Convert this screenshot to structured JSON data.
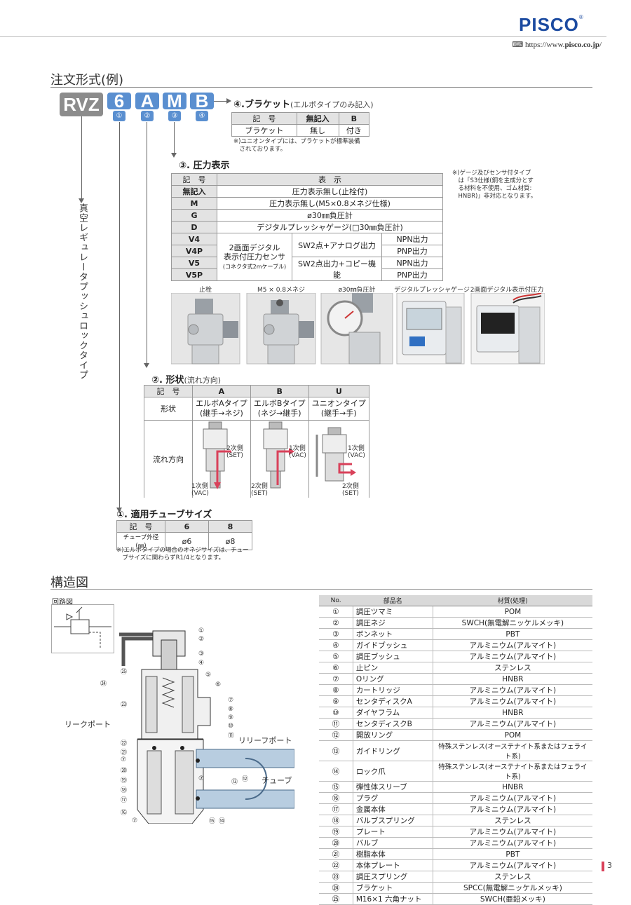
{
  "header": {
    "logo": "PISCO",
    "logo_mark": "®",
    "url_prefix": "https://www.",
    "url_bold": "pisco.co.jp",
    "url_suffix": "/"
  },
  "order_section": {
    "title": "注文形式(例)",
    "codes": [
      "RVZ",
      "6",
      "A",
      "M",
      "B"
    ],
    "code_numbers": [
      "①",
      "②",
      "③",
      "④"
    ],
    "vertical_title": "真空レギュレータプッシュロックタイプ"
  },
  "bracket": {
    "heading": "④.ブラケット",
    "heading_note": "(エルボタイプのみ記入)",
    "headers": [
      "記　号",
      "無記入",
      "B"
    ],
    "row_label": "ブラケット",
    "row": [
      "無し",
      "付き"
    ],
    "note": "※)ユニオンタイプには、ブラケットが標準装備\n　されております。"
  },
  "pressure": {
    "heading": "③. 圧力表示",
    "headers": [
      "記　号",
      "表　示"
    ],
    "rows": [
      [
        "無記入",
        "圧力表示無し(止栓付)"
      ],
      [
        "M",
        "圧力表示無し(M5×0.8メネジ仕様)"
      ],
      [
        "G",
        "ø30㎜負圧計"
      ],
      [
        "D",
        "デジタルプレッシャゲージ(□30㎜負圧計)"
      ]
    ],
    "sensor_codes": [
      "V4",
      "V4P",
      "V5",
      "V5P"
    ],
    "sensor_group": "2画面デジタル\n表示付圧力センサ",
    "sensor_group_note": "(コネクタ式2mケーブル)",
    "sw_analog": "SW2点+アナログ出力",
    "sw_copy": "SW2点出力+コピー機能",
    "outputs": [
      "NPN出力",
      "PNP出力",
      "NPN出力",
      "PNP出力"
    ],
    "side_note": "※)ゲージ及びセンサ付タイプ\n　は「S3仕様(銅を主成分とす\n　る材料を不使用、ゴム材質:\n　HNBR)」非対応となります。",
    "photo_labels": [
      "止栓",
      "M5 × 0.8メネジ",
      "ø30㎜負圧計",
      "デジタルプレッシャゲージ",
      "2画面デジタル表示付圧力センサ"
    ]
  },
  "shape": {
    "heading": "②. 形状",
    "heading_note": "(流れ方向)",
    "headers": [
      "記　号",
      "A",
      "B",
      "U"
    ],
    "shape_label": "形状",
    "types": [
      "エルボAタイプ\n(継手→ネジ)",
      "エルボBタイプ\n(ネジ→継手)",
      "ユニオンタイプ\n(継手→手)"
    ],
    "flow_label": "流れ方向",
    "flow_labels": {
      "a_top": "2次側\n(SET)",
      "a_bottom": "1次側\n(VAC)",
      "b_top": "1次側\n(VAC)",
      "b_bottom": "2次側\n(SET)",
      "u_top": "1次側\n(VAC)",
      "u_bottom": "2次側\n(SET)"
    }
  },
  "tube": {
    "heading": "①. 適用チューブサイズ",
    "headers": [
      "記　号",
      "6",
      "8"
    ],
    "row_label": "チューブ外径(㎜)",
    "row": [
      "ø6",
      "ø8"
    ],
    "note": "※)エルボタイプの場合のオネジサイズは、チュー\n　ブサイズに関わらずR1/4となります。"
  },
  "structure": {
    "title": "構造図",
    "circuit_label": "回路図",
    "labels": {
      "leak": "リークポート",
      "relief": "リリーフポート",
      "tube": "チューブ"
    },
    "callouts_right": [
      "①",
      "②",
      "③",
      "④",
      "⑤",
      "⑥",
      "⑦",
      "⑧",
      "⑨",
      "⑩",
      "⑪"
    ],
    "callouts_left": [
      "㉕",
      "㉔",
      "㉓",
      "㉒",
      "㉑",
      "⑦",
      "⑳",
      "⑲",
      "⑱",
      "⑰",
      "⑯",
      "⑦"
    ],
    "callouts_bottom": [
      "⑦",
      "⑫",
      "⑬",
      "⑮",
      "⑭"
    ]
  },
  "parts": {
    "headers": [
      "No.",
      "部品名",
      "材質(処理)"
    ],
    "rows": [
      [
        "①",
        "調圧ツマミ",
        "POM"
      ],
      [
        "②",
        "調圧ネジ",
        "SWCH(無電解ニッケルメッキ)"
      ],
      [
        "③",
        "ボンネット",
        "PBT"
      ],
      [
        "④",
        "ガイドブッシュ",
        "アルミニウム(アルマイト)"
      ],
      [
        "⑤",
        "調圧ブッシュ",
        "アルミニウム(アルマイト)"
      ],
      [
        "⑥",
        "止ピン",
        "ステンレス"
      ],
      [
        "⑦",
        "Oリング",
        "HNBR"
      ],
      [
        "⑧",
        "カートリッジ",
        "アルミニウム(アルマイト)"
      ],
      [
        "⑨",
        "センタディスクA",
        "アルミニウム(アルマイト)"
      ],
      [
        "⑩",
        "ダイヤフラム",
        "HNBR"
      ],
      [
        "⑪",
        "センタディスクB",
        "アルミニウム(アルマイト)"
      ],
      [
        "⑫",
        "開放リング",
        "POM"
      ],
      [
        "⑬",
        "ガイドリング",
        "特殊ステンレス(オーステナイト系またはフェライト系)"
      ],
      [
        "⑭",
        "ロック爪",
        "特殊ステンレス(オーステナイト系またはフェライト系)"
      ],
      [
        "⑮",
        "弾性体スリーブ",
        "HNBR"
      ],
      [
        "⑯",
        "プラグ",
        "アルミニウム(アルマイト)"
      ],
      [
        "⑰",
        "金属本体",
        "アルミニウム(アルマイト)"
      ],
      [
        "⑱",
        "バルブスプリング",
        "ステンレス"
      ],
      [
        "⑲",
        "プレート",
        "アルミニウム(アルマイト)"
      ],
      [
        "⑳",
        "バルブ",
        "アルミニウム(アルマイト)"
      ],
      [
        "㉑",
        "樹脂本体",
        "PBT"
      ],
      [
        "㉒",
        "本体プレート",
        "アルミニウム(アルマイト)"
      ],
      [
        "㉓",
        "調圧スプリング",
        "ステンレス"
      ],
      [
        "㉔",
        "ブラケット",
        "SPCC(無電解ニッケルメッキ)"
      ],
      [
        "㉕",
        "M16×1 六角ナット",
        "SWCH(亜鉛メッキ)"
      ]
    ]
  },
  "page_number": "3"
}
